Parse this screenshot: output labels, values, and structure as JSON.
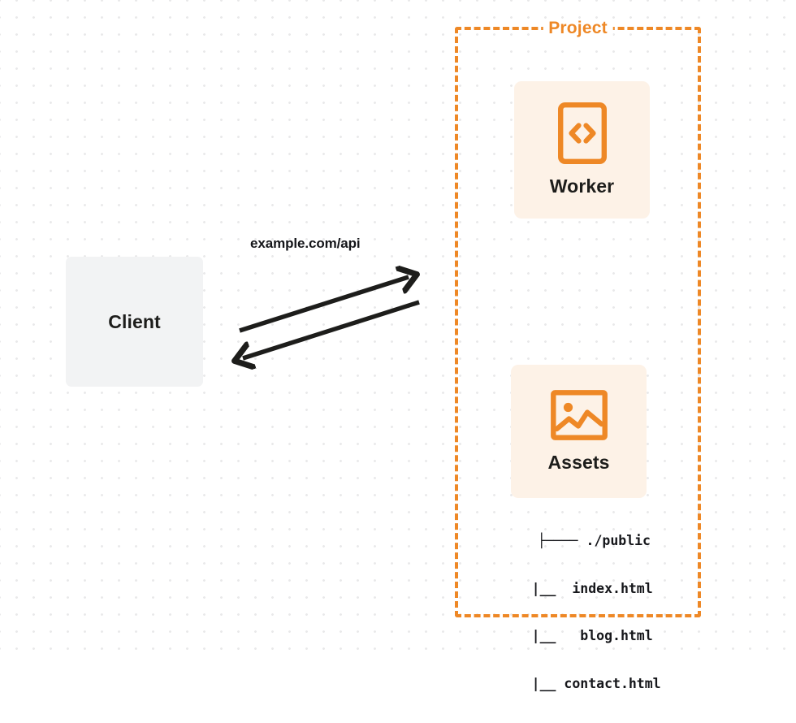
{
  "diagram": {
    "type": "architecture-flow",
    "background": {
      "style": "dot-grid",
      "dot_color": "#e9e9ea",
      "page_color": "#ffffff"
    },
    "colors": {
      "accent_orange": "#ee8826",
      "card_fill": "#fdf2e7",
      "client_fill": "#f2f3f4",
      "text_dark": "#1d1d1b",
      "arrow": "#1d1d1b"
    },
    "client": {
      "label": "Client",
      "icon": "none"
    },
    "connection": {
      "label": "example.com/api",
      "direction": "bidirectional",
      "arrows": [
        {
          "name": "request-arrow",
          "from": "client",
          "to": "project",
          "points": "right-up"
        },
        {
          "name": "response-arrow",
          "from": "project",
          "to": "client",
          "points": "left-down"
        }
      ]
    },
    "project": {
      "title": "Project",
      "border_style": "dashed",
      "services": [
        {
          "id": "worker",
          "label": "Worker",
          "icon": "code-brackets-icon"
        },
        {
          "id": "assets",
          "label": "Assets",
          "icon": "image-icon"
        }
      ],
      "file_tree": {
        "rows": [
          "├──── ./public",
          "     |__  index.html",
          "     |__   blog.html",
          "     |__ contact.html"
        ],
        "root": "./public",
        "files": [
          "index.html",
          "blog.html",
          "contact.html"
        ]
      }
    }
  }
}
